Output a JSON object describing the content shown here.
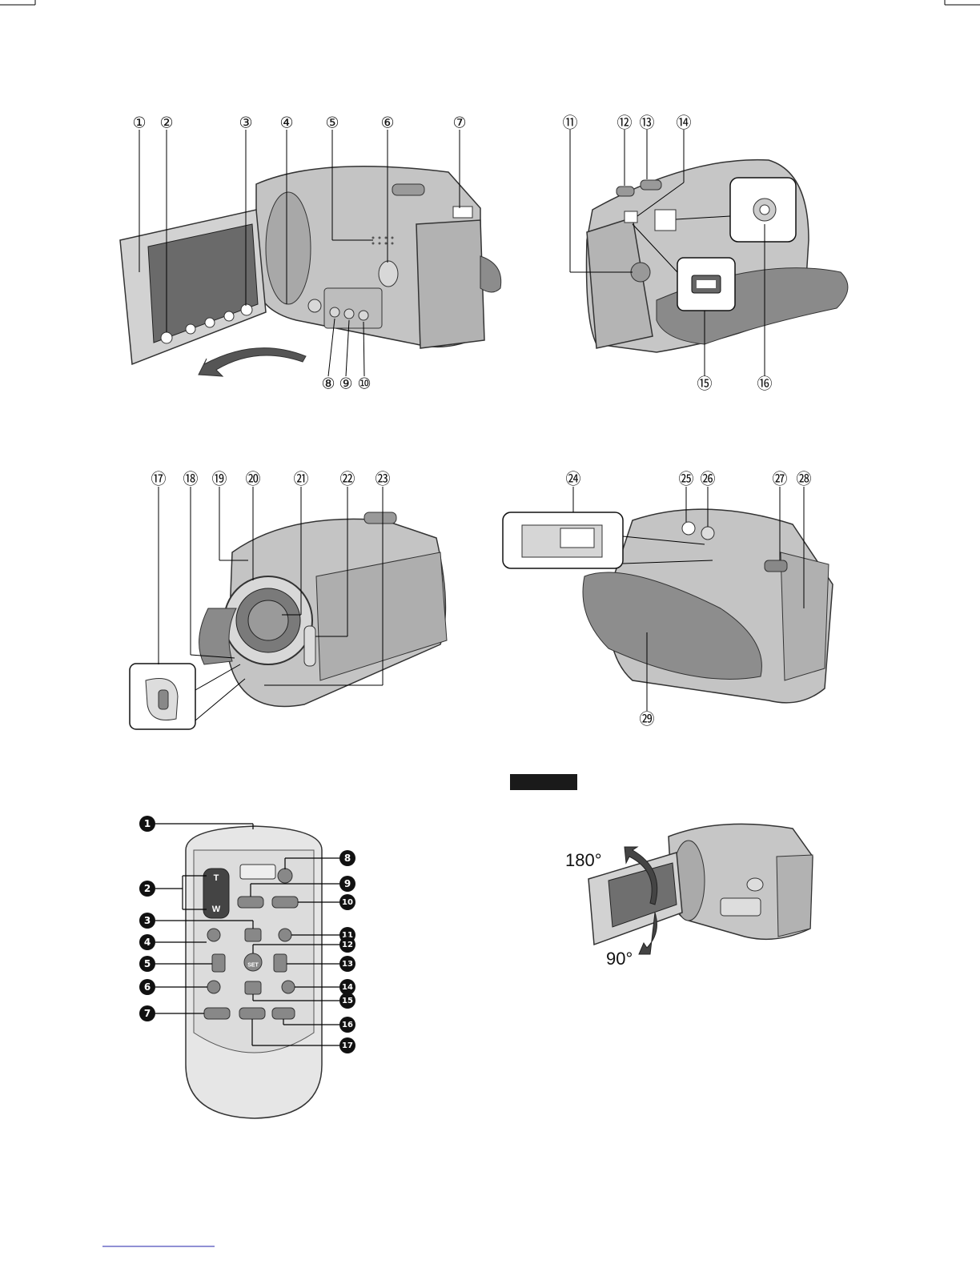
{
  "callouts": {
    "lcd_side": [
      "①",
      "②",
      "③",
      "④",
      "⑤",
      "⑥",
      "⑦"
    ],
    "lcd_side_bottom": [
      "⑧",
      "⑨",
      "⑩"
    ],
    "rear": [
      "⑪",
      "⑫",
      "⑬",
      "⑭"
    ],
    "rear_bottom": [
      "⑮",
      "⑯"
    ],
    "front": [
      "⑰",
      "⑱",
      "⑲",
      "⑳",
      "㉑",
      "㉒",
      "㉓"
    ],
    "bottom": [
      "㉔",
      "㉕",
      "㉖",
      "㉗",
      "㉘"
    ],
    "bottom_strap": [
      "㉙"
    ]
  },
  "remote_callouts": {
    "left": [
      "1",
      "2",
      "3",
      "4",
      "5",
      "6",
      "7"
    ],
    "right": [
      "8",
      "9",
      "10",
      "11",
      "12",
      "13",
      "14",
      "15",
      "16",
      "17"
    ]
  },
  "remote_labels": {
    "zoom_t": "T",
    "zoom_w": "W",
    "set": "SET"
  },
  "rotation": {
    "open_angle": "180°",
    "close_angle": "90°"
  },
  "colors": {
    "body_gray": "#b9b9b9",
    "dark_gray": "#7d7d7d",
    "label_black": "#111111"
  },
  "icons": {
    "arrow": "curved-arrow-icon",
    "remote": "remote-control-icon",
    "camcorder": "camcorder-icon"
  }
}
